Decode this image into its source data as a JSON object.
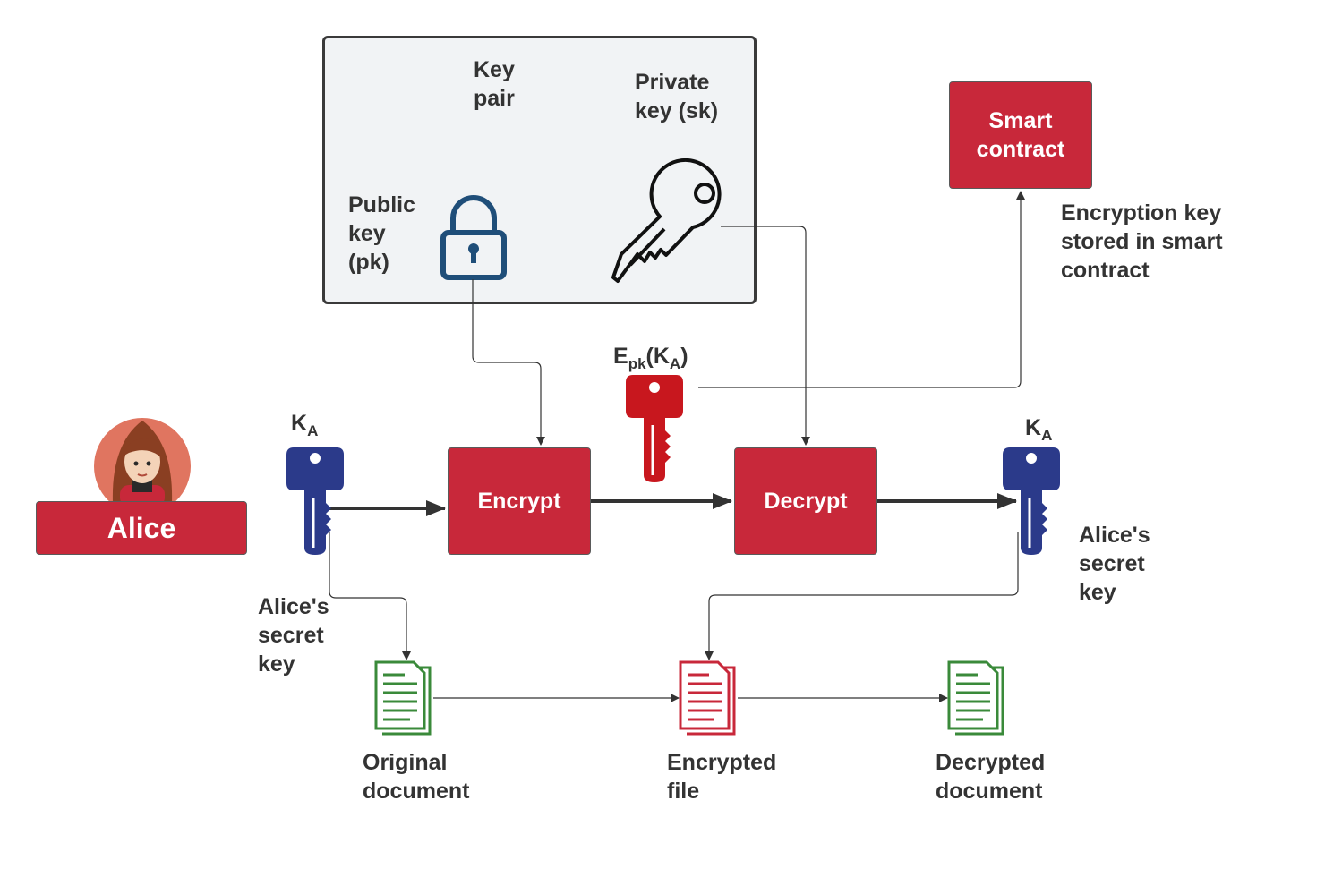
{
  "keypair": {
    "title_line1": "Key",
    "title_line2": "pair",
    "private_line1": "Private",
    "private_line2": "key (sk)",
    "public_line1": "Public",
    "public_line2": "key",
    "public_line3": "(pk)"
  },
  "smart_contract": {
    "line1": "Smart",
    "line2": "contract",
    "note_line1": "Encryption key",
    "note_line2": "stored in smart",
    "note_line3": "contract"
  },
  "alice": {
    "name": "Alice"
  },
  "keys": {
    "ka_base": "K",
    "ka_sub": "A",
    "encrypted_E": "E",
    "encrypted_pk": "pk",
    "encrypted_open": "(K",
    "encrypted_A": "A",
    "encrypted_close": ")",
    "left_caption_1": "Alice's",
    "left_caption_2": "secret",
    "left_caption_3": "key",
    "right_caption_1": "Alice's",
    "right_caption_2": "secret",
    "right_caption_3": "key"
  },
  "process": {
    "encrypt": "Encrypt",
    "decrypt": "Decrypt"
  },
  "documents": {
    "original_1": "Original",
    "original_2": "document",
    "encrypted_1": "Encrypted",
    "encrypted_2": "file",
    "decrypted_1": "Decrypted",
    "decrypted_2": "document"
  },
  "colors": {
    "box_red": "#c8283a",
    "key_blue": "#2b3a8a",
    "key_red": "#c8171e",
    "doc_green": "#3a8a3a",
    "doc_red": "#c8283a",
    "lock_blue": "#1f4e79"
  },
  "icons": [
    "lock-icon",
    "private-key-icon",
    "avatar-icon",
    "blue-key-icon",
    "red-key-icon",
    "document-icon"
  ]
}
